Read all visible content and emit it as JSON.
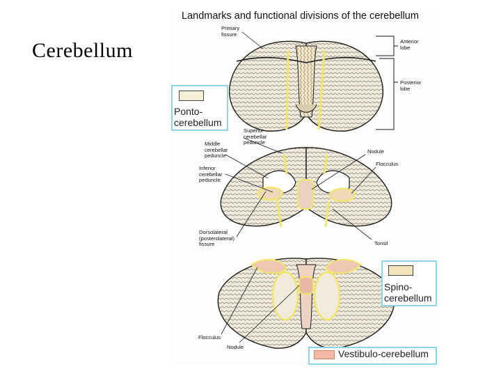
{
  "slide_title": "Cerebellum",
  "figure": {
    "title": "Landmarks and functional divisions of the cerebellum",
    "labels": {
      "primary_fissure": "Primary\nfissure",
      "anterior_lobe": "Anterior\nlobe",
      "posterior_lobe": "Posterior\nlobe",
      "superior_peduncle": "Superior\ncerebellar\npeduncle",
      "middle_peduncle": "Middle\ncerebellar\npeduncle",
      "inferior_peduncle": "Inferior\ncerebellar\npeduncle",
      "nodule_top": "Nodule",
      "flocculus_top": "Flocculus",
      "dorsolateral_fissure": "Dorsolateral\n(posterolateral)\nfissure",
      "tonsil": "Tonsil",
      "flocculus_bottom": "Flocculus",
      "nodule_bottom": "Nodule"
    },
    "key": {
      "ponto": {
        "text": "Ponto-\ncerebellum",
        "swatch_color": "#f5efd8"
      },
      "spino": {
        "text": "Spino-\ncerebellum",
        "swatch_color": "#f3e3b8"
      },
      "vestibulo": {
        "text": "Vestibulo-cerebellum",
        "swatch_color": "#f4b9a4"
      }
    },
    "colors": {
      "outline": "#1a1a1a",
      "highlight_yellow": "#f2e66a",
      "tissue": "#f1ebdc",
      "key_border": "#8fd3ea"
    }
  }
}
